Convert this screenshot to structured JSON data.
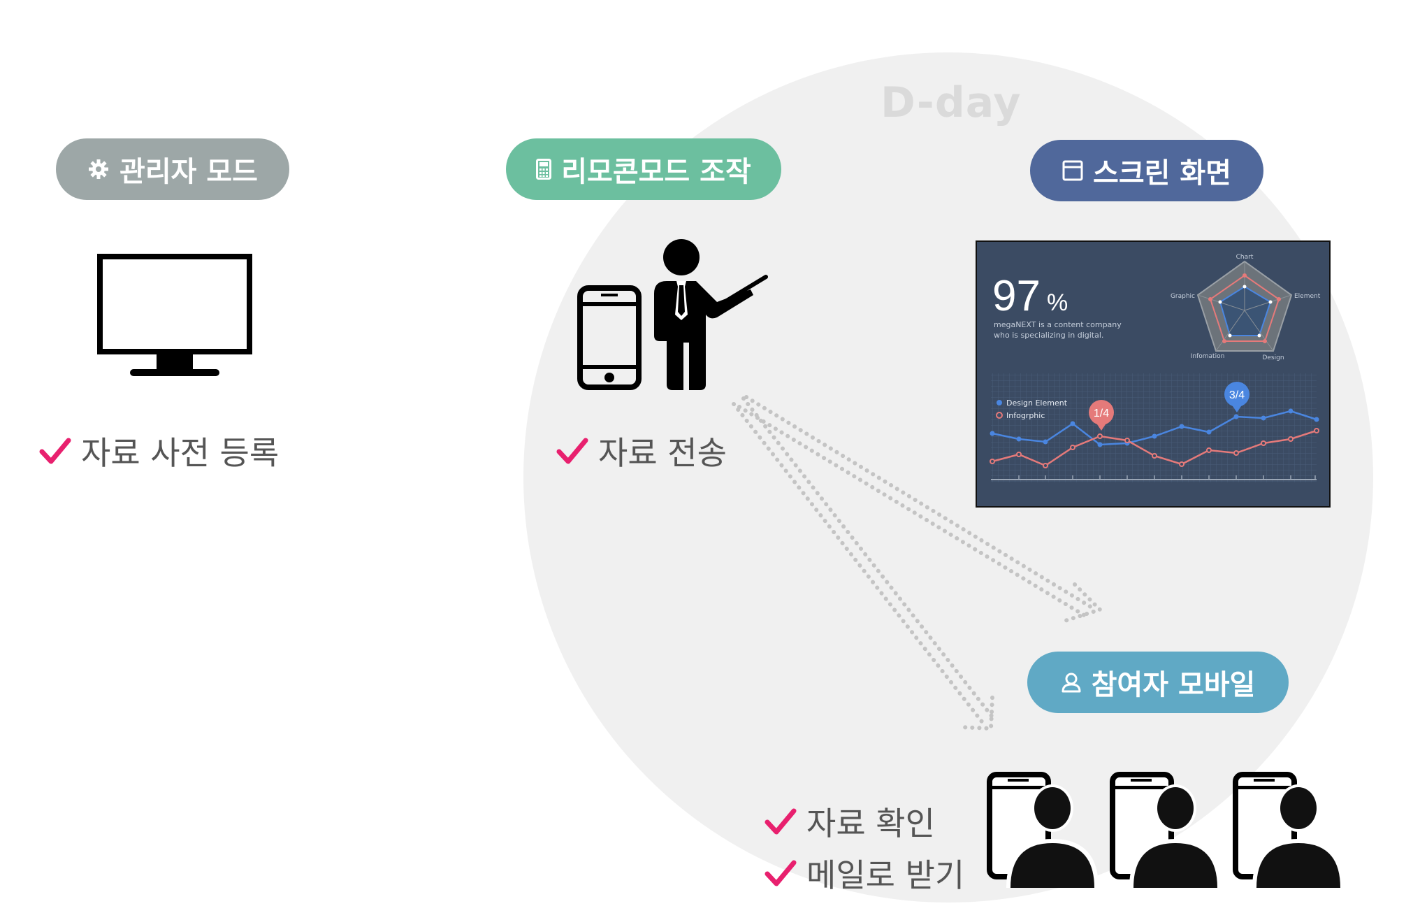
{
  "background_label": "D-day",
  "admin": {
    "pill_label": "관리자 모드",
    "pill_icon": "gear-icon",
    "icon": "monitor-icon",
    "check_items": [
      "자료 사전 등록"
    ]
  },
  "remote": {
    "pill_label": "리모콘모드 조작",
    "pill_icon": "calculator-icon",
    "icons": [
      "smartphone-icon",
      "presenter-icon"
    ],
    "check_items": [
      "자료 전송"
    ]
  },
  "screen": {
    "pill_label": "스크린 화면",
    "pill_icon": "window-icon",
    "display": {
      "percent_value": "97",
      "percent_sign": "%",
      "description_line1": "megaNEXT is a content company",
      "description_line2": "who is specializing in digital.",
      "radar_labels": [
        "Chart",
        "Element",
        "Design",
        "Infomation",
        "Graphic"
      ],
      "legend": [
        "Design Element",
        "Infogrphic"
      ],
      "marker_labels": [
        "1/4",
        "3/4"
      ],
      "colors": {
        "background": "#3b4b63",
        "blue_series": "#4a86e0",
        "red_series": "#e57a7a"
      }
    }
  },
  "mobile": {
    "pill_label": "참여자 모바일",
    "pill_icon": "user-icon",
    "icon": "participant-phone-icon",
    "check_items": [
      "자료 확인",
      "메일로 받기"
    ]
  },
  "colors": {
    "check": "#e8206e",
    "circle": "#f0f0f0",
    "arrow": "#c4c4c4"
  }
}
